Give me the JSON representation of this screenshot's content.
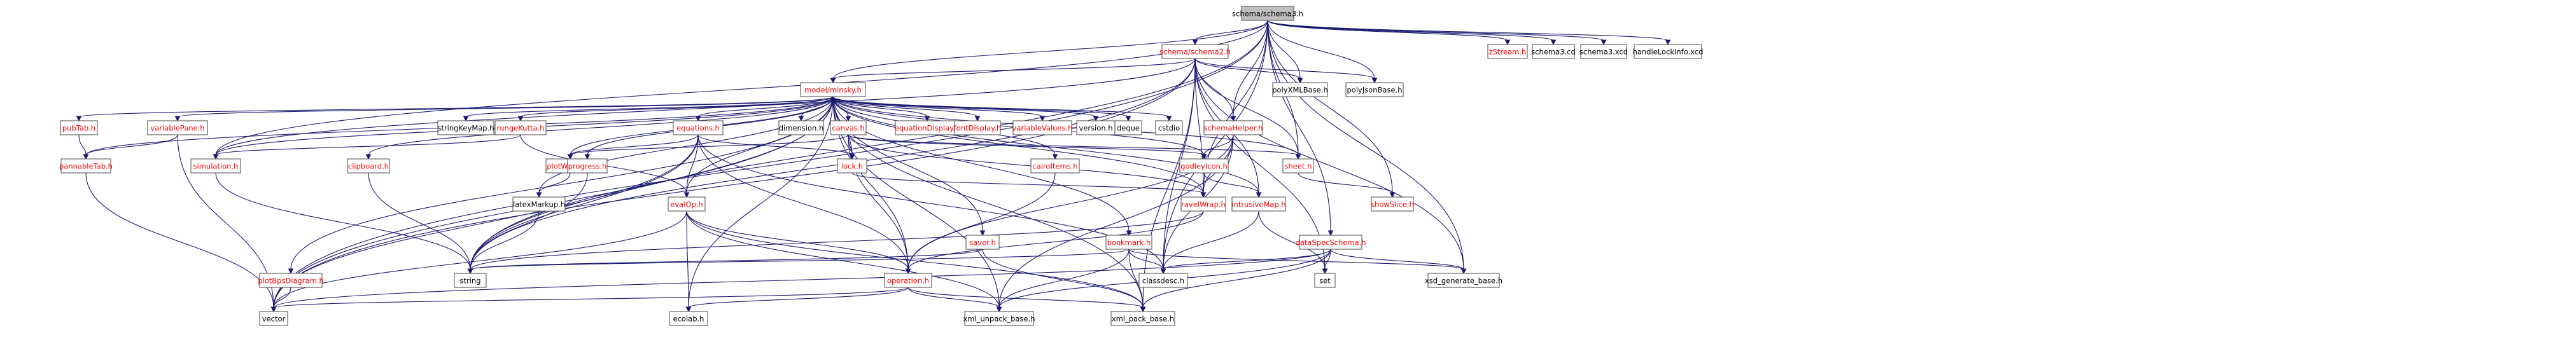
{
  "colors": {
    "edge": "#191970",
    "root_fill": "#bfbfbf",
    "normal_fill": "#ffffff",
    "border_default": "#666666",
    "text_default": "#000000",
    "text_link": "#ff0000"
  },
  "nodes": [
    {
      "id": "schema_schema3_h",
      "label": "schema/schema3.h",
      "style": "root"
    },
    {
      "id": "schema_schema2_h",
      "label": "schema/schema2.h",
      "style": "link"
    },
    {
      "id": "model_minsky_h",
      "label": "model/minsky.h",
      "style": "link"
    },
    {
      "id": "zstream_h",
      "label": "zStream.h",
      "style": "link"
    },
    {
      "id": "schema3_cd",
      "label": "schema3.cd",
      "style": "plain"
    },
    {
      "id": "schema3_xcd",
      "label": "schema3.xcd",
      "style": "plain"
    },
    {
      "id": "handlelockinfo_xcd",
      "label": "handleLockInfo.xcd",
      "style": "plain"
    },
    {
      "id": "polyxmlbase_h",
      "label": "polyXMLBase.h",
      "style": "plain"
    },
    {
      "id": "polyjsonbase_h",
      "label": "polyJsonBase.h",
      "style": "plain"
    },
    {
      "id": "pubtab_h",
      "label": "pubTab.h",
      "style": "link"
    },
    {
      "id": "variablepane_h",
      "label": "variablePane.h",
      "style": "link"
    },
    {
      "id": "stringkeymap_h",
      "label": "stringKeyMap.h",
      "style": "plain"
    },
    {
      "id": "rungekutta_h",
      "label": "rungeKutta.h",
      "style": "link"
    },
    {
      "id": "equations_h",
      "label": "equations.h",
      "style": "link"
    },
    {
      "id": "dimension_h",
      "label": "dimension.h",
      "style": "plain"
    },
    {
      "id": "canvas_h",
      "label": "canvas.h",
      "style": "link"
    },
    {
      "id": "equationdisplay_h",
      "label": "equationDisplay.h",
      "style": "link"
    },
    {
      "id": "fontdisplay_h",
      "label": "fontDisplay.h",
      "style": "link"
    },
    {
      "id": "variablevalues_h",
      "label": "variableValues.h",
      "style": "link"
    },
    {
      "id": "version_h",
      "label": "version.h",
      "style": "plain"
    },
    {
      "id": "deque",
      "label": "deque",
      "style": "plain"
    },
    {
      "id": "cstdio",
      "label": "cstdio",
      "style": "plain"
    },
    {
      "id": "schemahelper_h",
      "label": "schemaHelper.h",
      "style": "link"
    },
    {
      "id": "pannabletab_h",
      "label": "pannableTab.h",
      "style": "link"
    },
    {
      "id": "simulation_h",
      "label": "simulation.h",
      "style": "link"
    },
    {
      "id": "clipboard_h",
      "label": "clipboard.h",
      "style": "link"
    },
    {
      "id": "plotwidget_h",
      "label": "plotWidget.h",
      "style": "link"
    },
    {
      "id": "progress_h",
      "label": "progress.h",
      "style": "link"
    },
    {
      "id": "lock_h",
      "label": "lock.h",
      "style": "link"
    },
    {
      "id": "cairoitems_h",
      "label": "cairoItems.h",
      "style": "link"
    },
    {
      "id": "godleyicon_h",
      "label": "godleyIcon.h",
      "style": "link"
    },
    {
      "id": "sheet_h",
      "label": "sheet.h",
      "style": "link"
    },
    {
      "id": "latexmarkup_h",
      "label": "latexMarkup.h",
      "style": "plain"
    },
    {
      "id": "evalop_h",
      "label": "evalOp.h",
      "style": "link"
    },
    {
      "id": "ravelwrap_h",
      "label": "ravelWrap.h",
      "style": "link"
    },
    {
      "id": "intrusivemap_h",
      "label": "intrusiveMap.h",
      "style": "link"
    },
    {
      "id": "showslice_h",
      "label": "showSlice.h",
      "style": "link"
    },
    {
      "id": "saver_h",
      "label": "saver.h",
      "style": "link"
    },
    {
      "id": "bookmark_h",
      "label": "bookmark.h",
      "style": "link"
    },
    {
      "id": "dataspecschema_h",
      "label": "dataSpecSchema.h",
      "style": "link"
    },
    {
      "id": "plotbpsdiagram_h",
      "label": "plotBpsDiagram.h",
      "style": "link"
    },
    {
      "id": "string",
      "label": "string",
      "style": "plain"
    },
    {
      "id": "operation_h",
      "label": "operation.h",
      "style": "link"
    },
    {
      "id": "classdesc_h",
      "label": "classdesc.h",
      "style": "plain"
    },
    {
      "id": "set",
      "label": "set",
      "style": "plain"
    },
    {
      "id": "xsd_generate_base_h",
      "label": "xsd_generate_base.h",
      "style": "plain"
    },
    {
      "id": "vector",
      "label": "vector",
      "style": "plain"
    },
    {
      "id": "ecolab_h",
      "label": "ecolab.h",
      "style": "plain"
    },
    {
      "id": "xml_unpack_base_h",
      "label": "xml_unpack_base.h",
      "style": "plain"
    },
    {
      "id": "xml_pack_base_h",
      "label": "xml_pack_base.h",
      "style": "plain"
    }
  ],
  "edges": [
    [
      "schema_schema3_h",
      "schema_schema2_h"
    ],
    [
      "schema_schema3_h",
      "model_minsky_h"
    ],
    [
      "schema_schema3_h",
      "zstream_h"
    ],
    [
      "schema_schema3_h",
      "schema3_cd"
    ],
    [
      "schema_schema3_h",
      "schema3_xcd"
    ],
    [
      "schema_schema3_h",
      "handlelockinfo_xcd"
    ],
    [
      "schema_schema3_h",
      "polyxmlbase_h"
    ],
    [
      "schema_schema3_h",
      "polyjsonbase_h"
    ],
    [
      "schema_schema3_h",
      "schemahelper_h"
    ],
    [
      "schema_schema3_h",
      "sheet_h"
    ],
    [
      "schema_schema3_h",
      "showslice_h"
    ],
    [
      "schema_schema3_h",
      "dataspecschema_h"
    ],
    [
      "schema_schema3_h",
      "ravelwrap_h"
    ],
    [
      "schema_schema3_h",
      "simulation_h"
    ],
    [
      "schema_schema3_h",
      "classdesc_h"
    ],
    [
      "schema_schema3_h",
      "xsd_generate_base_h"
    ],
    [
      "schema_schema3_h",
      "vector"
    ],
    [
      "schema_schema3_h",
      "string"
    ],
    [
      "schema_schema2_h",
      "model_minsky_h"
    ],
    [
      "schema_schema2_h",
      "polyxmlbase_h"
    ],
    [
      "schema_schema2_h",
      "polyjsonbase_h"
    ],
    [
      "schema_schema2_h",
      "schemahelper_h"
    ],
    [
      "schema_schema2_h",
      "simulation_h"
    ],
    [
      "schema_schema2_h",
      "sheet_h"
    ],
    [
      "schema_schema2_h",
      "ravelwrap_h"
    ],
    [
      "schema_schema2_h",
      "classdesc_h"
    ],
    [
      "schema_schema2_h",
      "set"
    ],
    [
      "schema_schema2_h",
      "xsd_generate_base_h"
    ],
    [
      "schema_schema2_h",
      "vector"
    ],
    [
      "schema_schema2_h",
      "string"
    ],
    [
      "schema_schema2_h",
      "intrusivemap_h"
    ],
    [
      "schema_schema2_h",
      "xml_pack_base_h"
    ],
    [
      "model_minsky_h",
      "pubtab_h"
    ],
    [
      "model_minsky_h",
      "variablepane_h"
    ],
    [
      "model_minsky_h",
      "stringkeymap_h"
    ],
    [
      "model_minsky_h",
      "rungekutta_h"
    ],
    [
      "model_minsky_h",
      "equations_h"
    ],
    [
      "model_minsky_h",
      "dimension_h"
    ],
    [
      "model_minsky_h",
      "canvas_h"
    ],
    [
      "model_minsky_h",
      "equationdisplay_h"
    ],
    [
      "model_minsky_h",
      "fontdisplay_h"
    ],
    [
      "model_minsky_h",
      "variablevalues_h"
    ],
    [
      "model_minsky_h",
      "version_h"
    ],
    [
      "model_minsky_h",
      "deque"
    ],
    [
      "model_minsky_h",
      "cstdio"
    ],
    [
      "model_minsky_h",
      "pannabletab_h"
    ],
    [
      "model_minsky_h",
      "simulation_h"
    ],
    [
      "model_minsky_h",
      "clipboard_h"
    ],
    [
      "model_minsky_h",
      "plotwidget_h"
    ],
    [
      "model_minsky_h",
      "progress_h"
    ],
    [
      "model_minsky_h",
      "lock_h"
    ],
    [
      "model_minsky_h",
      "cairoitems_h"
    ],
    [
      "model_minsky_h",
      "godleyicon_h"
    ],
    [
      "model_minsky_h",
      "latexmarkup_h"
    ],
    [
      "model_minsky_h",
      "evalop_h"
    ],
    [
      "model_minsky_h",
      "ravelwrap_h"
    ],
    [
      "model_minsky_h",
      "intrusivemap_h"
    ],
    [
      "model_minsky_h",
      "saver_h"
    ],
    [
      "model_minsky_h",
      "bookmark_h"
    ],
    [
      "model_minsky_h",
      "plotbpsdiagram_h"
    ],
    [
      "model_minsky_h",
      "string"
    ],
    [
      "model_minsky_h",
      "vector"
    ],
    [
      "model_minsky_h",
      "operation_h"
    ],
    [
      "model_minsky_h",
      "ecolab_h"
    ],
    [
      "model_minsky_h",
      "xml_unpack_base_h"
    ],
    [
      "model_minsky_h",
      "sheet_h"
    ],
    [
      "model_minsky_h",
      "xml_pack_base_h"
    ],
    [
      "pubtab_h",
      "pannabletab_h"
    ],
    [
      "variablepane_h",
      "pannabletab_h"
    ],
    [
      "variablepane_h",
      "vector"
    ],
    [
      "rungekutta_h",
      "simulation_h"
    ],
    [
      "rungekutta_h",
      "evalop_h"
    ],
    [
      "equations_h",
      "plotwidget_h"
    ],
    [
      "equations_h",
      "evalop_h"
    ],
    [
      "equations_h",
      "operation_h"
    ],
    [
      "equations_h",
      "vector"
    ],
    [
      "equations_h",
      "string"
    ],
    [
      "equations_h",
      "lock_h"
    ],
    [
      "equations_h",
      "classdesc_h"
    ],
    [
      "canvas_h",
      "plotwidget_h"
    ],
    [
      "canvas_h",
      "lock_h"
    ],
    [
      "canvas_h",
      "godleyicon_h"
    ],
    [
      "canvas_h",
      "sheet_h"
    ],
    [
      "canvas_h",
      "ravelwrap_h"
    ],
    [
      "canvas_h",
      "operation_h"
    ],
    [
      "schemahelper_h",
      "godleyicon_h"
    ],
    [
      "schemahelper_h",
      "ravelwrap_h"
    ],
    [
      "schemahelper_h",
      "classdesc_h"
    ],
    [
      "schemahelper_h",
      "xml_unpack_base_h"
    ],
    [
      "schemahelper_h",
      "operation_h"
    ],
    [
      "pannabletab_h",
      "vector"
    ],
    [
      "simulation_h",
      "string"
    ],
    [
      "clipboard_h",
      "string"
    ],
    [
      "plotwidget_h",
      "latexmarkup_h"
    ],
    [
      "progress_h",
      "string"
    ],
    [
      "lock_h",
      "ravelwrap_h"
    ],
    [
      "cairoitems_h",
      "operation_h"
    ],
    [
      "godleyicon_h",
      "intrusivemap_h"
    ],
    [
      "sheet_h",
      "showslice_h"
    ],
    [
      "latexmarkup_h",
      "string"
    ],
    [
      "evalop_h",
      "operation_h"
    ],
    [
      "evalop_h",
      "ecolab_h"
    ],
    [
      "evalop_h",
      "vector"
    ],
    [
      "evalop_h",
      "xml_unpack_base_h"
    ],
    [
      "evalop_h",
      "xml_pack_base_h"
    ],
    [
      "ravelwrap_h",
      "operation_h"
    ],
    [
      "ravelwrap_h",
      "string"
    ],
    [
      "intrusivemap_h",
      "classdesc_h"
    ],
    [
      "intrusivemap_h",
      "set"
    ],
    [
      "saver_h",
      "string"
    ],
    [
      "saver_h",
      "xml_pack_base_h"
    ],
    [
      "bookmark_h",
      "string"
    ],
    [
      "bookmark_h",
      "classdesc_h"
    ],
    [
      "bookmark_h",
      "xml_unpack_base_h"
    ],
    [
      "bookmark_h",
      "xml_pack_base_h"
    ],
    [
      "bookmark_h",
      "xsd_generate_base_h"
    ],
    [
      "dataspecschema_h",
      "classdesc_h"
    ],
    [
      "dataspecschema_h",
      "set"
    ],
    [
      "dataspecschema_h",
      "xsd_generate_base_h"
    ],
    [
      "dataspecschema_h",
      "xml_unpack_base_h"
    ],
    [
      "dataspecschema_h",
      "xml_pack_base_h"
    ],
    [
      "dataspecschema_h",
      "vector"
    ],
    [
      "plotbpsdiagram_h",
      "vector"
    ],
    [
      "operation_h",
      "vector"
    ],
    [
      "operation_h",
      "ecolab_h"
    ],
    [
      "operation_h",
      "xml_unpack_base_h"
    ],
    [
      "operation_h",
      "xml_pack_base_h"
    ]
  ]
}
